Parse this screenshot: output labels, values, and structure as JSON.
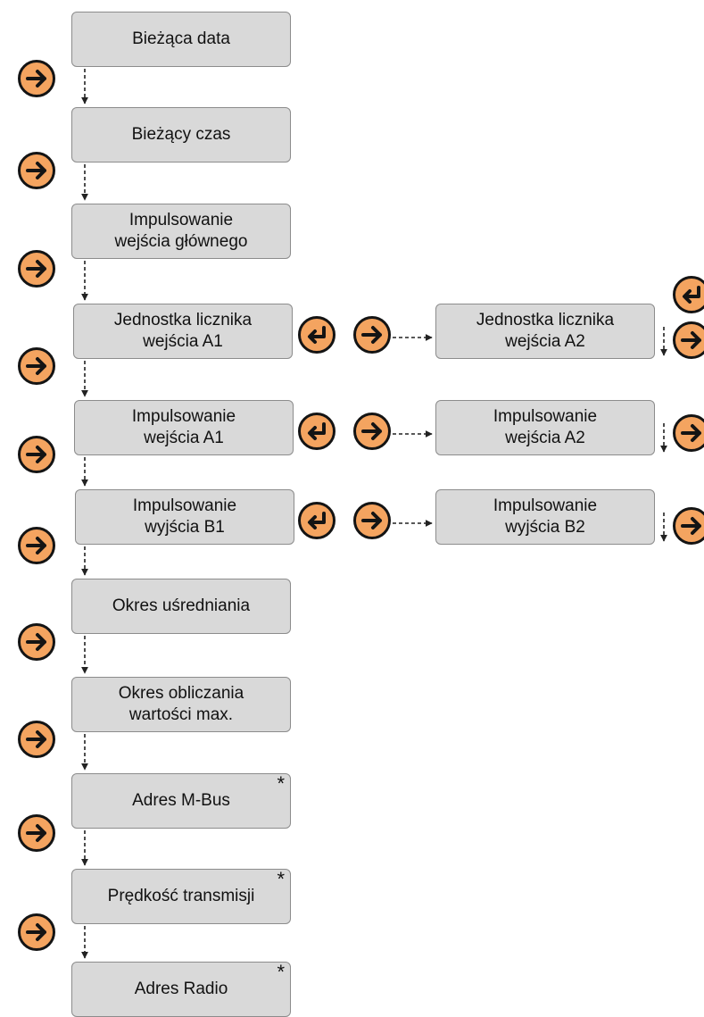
{
  "colors": {
    "box_fill": "#d9d9d9",
    "box_border": "#8c8c8c",
    "button_fill": "#f4a460",
    "button_outline": "#141414",
    "connector": "#222222"
  },
  "main_column": [
    {
      "label": "Bieżąca data",
      "asterisk": ""
    },
    {
      "label": "Bieżący czas",
      "asterisk": ""
    },
    {
      "label": "Impulsowanie\nwejścia głównego",
      "asterisk": ""
    },
    {
      "label": "Jednostka licznika\nwejścia A1",
      "asterisk": ""
    },
    {
      "label": "Impulsowanie\nwejścia A1",
      "asterisk": ""
    },
    {
      "label": "Impulsowanie\nwyjścia B1",
      "asterisk": ""
    },
    {
      "label": "Okres uśredniania",
      "asterisk": ""
    },
    {
      "label": "Okres obliczania\nwartości max.",
      "asterisk": ""
    },
    {
      "label": "Adres M-Bus",
      "asterisk": "*"
    },
    {
      "label": "Prędkość transmisji",
      "asterisk": "*"
    },
    {
      "label": "Adres Radio",
      "asterisk": "*"
    }
  ],
  "side_column": [
    {
      "label": "Jednostka licznika\nwejścia A2"
    },
    {
      "label": "Impulsowanie\nwejścia A2"
    },
    {
      "label": "Impulsowanie\nwyjścia B2"
    }
  ],
  "icons": {
    "next": "arrow-right-icon",
    "enter": "enter-return-icon"
  }
}
